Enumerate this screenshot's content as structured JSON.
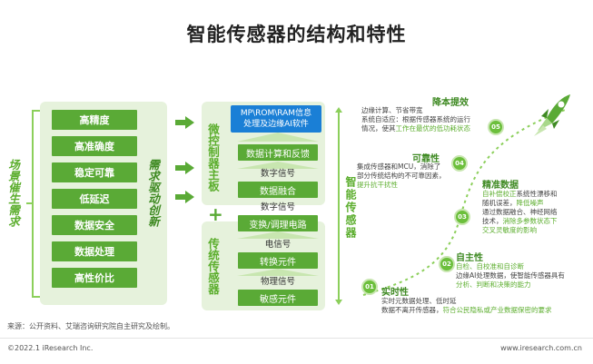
{
  "title": "智能传感器的结构和特性",
  "left_labels": {
    "scene": "场景催生需求",
    "demand": "需求驱动创新"
  },
  "features": [
    "高精度",
    "高准确度",
    "稳定可靠",
    "低延迟",
    "数据安全",
    "数据处理",
    "高性价比"
  ],
  "middle": {
    "mcu_label": "微控制器主板",
    "blue_box": [
      "MP\\ROM\\RAM信息",
      "处理及边缘AI软件"
    ],
    "box_compute": "数据计算和反馈",
    "label_digital1": "数字信号",
    "box_fusion": "数据融合",
    "label_digital2": "数字信号",
    "box_transform": "变换/调理电路",
    "traditional_label": "传统传感器",
    "label_electric": "电信号",
    "box_convert": "转换元件",
    "label_physical": "物理信号",
    "box_sensitive": "敏感元件"
  },
  "smart_sensor_label": "智能传感器",
  "characteristics": [
    {
      "num": "05",
      "title": "降本提效",
      "lines": [
        [
          {
            "t": "边缘计算、节省带宽",
            "h": false
          }
        ],
        [
          {
            "t": "系统自适应：根据传感器系统的运行",
            "h": false
          }
        ],
        [
          {
            "t": "情况，使其",
            "h": false
          },
          {
            "t": "工作在最优的低功耗状态",
            "h": true
          }
        ]
      ]
    },
    {
      "num": "04",
      "title": "可靠性",
      "lines": [
        [
          {
            "t": "集成传感器和MCU，消除了",
            "h": false
          }
        ],
        [
          {
            "t": "部分传统结构的不可靠因素，",
            "h": false
          }
        ],
        [
          {
            "t": "提升抗干扰性",
            "h": true
          }
        ]
      ]
    },
    {
      "num": "03",
      "title": "精准数据",
      "lines": [
        [
          {
            "t": "自补偿校正",
            "h": true
          },
          {
            "t": "系统性漂移和",
            "h": false
          }
        ],
        [
          {
            "t": "随机误差，",
            "h": false
          },
          {
            "t": "降低噪声",
            "h": true
          }
        ],
        [
          {
            "t": "通过数据融合、神经网络",
            "h": false
          }
        ],
        [
          {
            "t": "技术，",
            "h": false
          },
          {
            "t": "消除多参数状态下",
            "h": true
          }
        ],
        [
          {
            "t": "交叉灵敏度的影响",
            "h": true
          }
        ]
      ]
    },
    {
      "num": "02",
      "title": "自主性",
      "lines": [
        [
          {
            "t": "自检、自校准和自诊断",
            "h": true
          }
        ],
        [
          {
            "t": "边缘AI处理数据，使智能传感器具有",
            "h": false
          }
        ],
        [
          {
            "t": "分析、判断和决策的能力",
            "h": true
          }
        ]
      ]
    },
    {
      "num": "01",
      "title": "实时性",
      "lines": [
        [
          {
            "t": "实时元数据处理、低时延",
            "h": false
          }
        ],
        [
          {
            "t": "数据不离开传感器，",
            "h": false
          },
          {
            "t": "符合公民隐私或产业数据保密的要求",
            "h": true
          }
        ]
      ]
    }
  ],
  "source": "来源：公开资料、艾瑞咨询研究院自主研究及绘制。",
  "copyright": "©2022.1 iResearch Inc.",
  "website": "www.iresearch.com.cn",
  "colors": {
    "accent": "#5aaa36",
    "light": "#e6f2dc",
    "blue": "#1a7fd6",
    "text_green": "#3f8a23"
  }
}
